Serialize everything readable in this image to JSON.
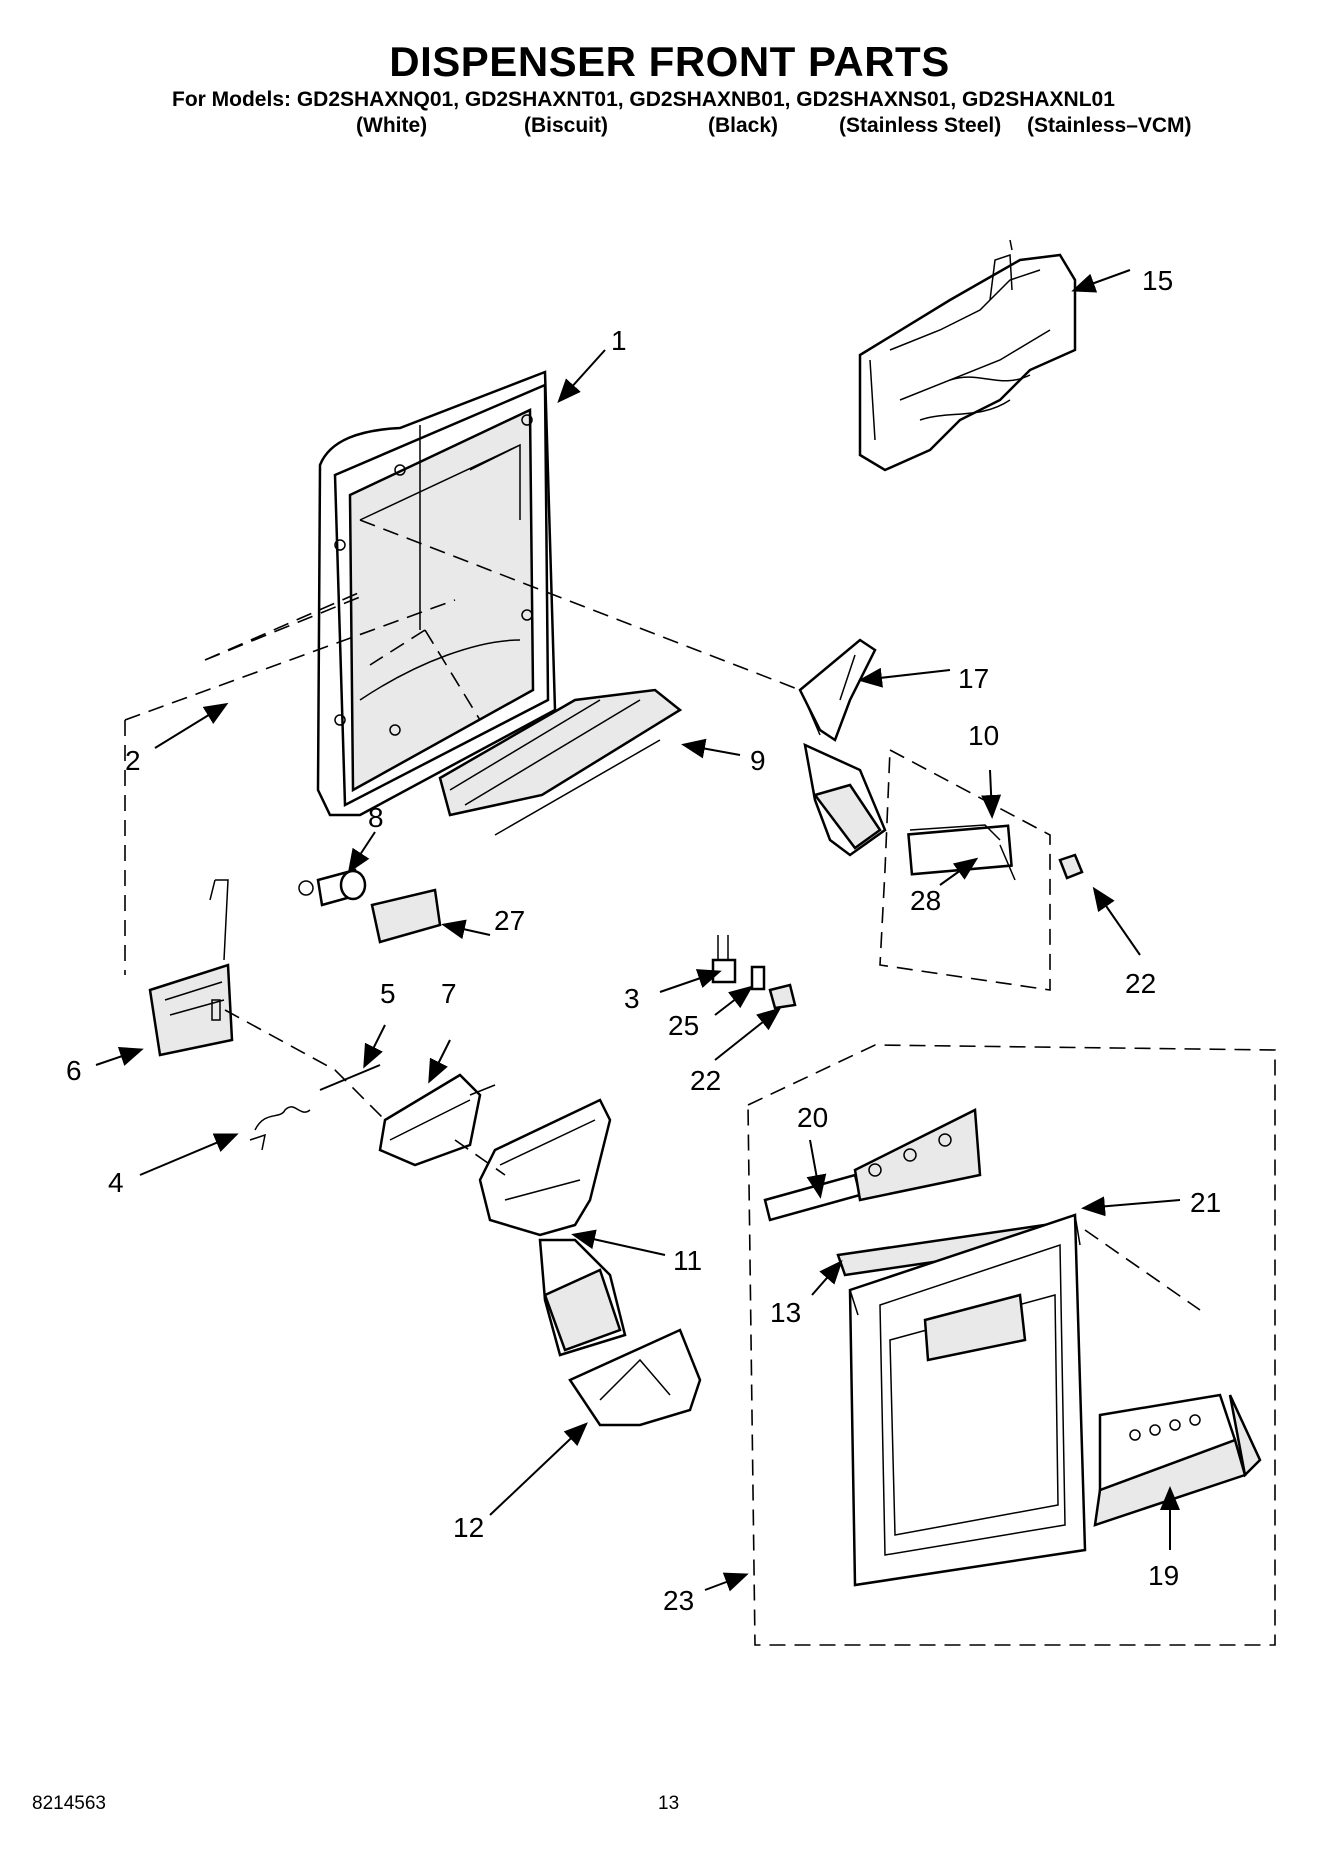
{
  "header": {
    "title": "DISPENSER FRONT PARTS",
    "models_line": "For Models: GD2SHAXNQ01, GD2SHAXNT01, GD2SHAXNB01, GD2SHAXNS01, GD2SHAXNL01",
    "variants": [
      "(White)",
      "(Biscuit)",
      "(Black)",
      "(Stainless Steel)",
      "(Stainless–VCM)"
    ]
  },
  "callouts": {
    "p1": "1",
    "p2": "2",
    "p3": "3",
    "p4": "4",
    "p5": "5",
    "p6": "6",
    "p7": "7",
    "p8": "8",
    "p9": "9",
    "p10": "10",
    "p11": "11",
    "p12": "12",
    "p13": "13",
    "p15": "15",
    "p17": "17",
    "p19": "19",
    "p20": "20",
    "p21": "21",
    "p22a": "22",
    "p22b": "22",
    "p23": "23",
    "p25": "25",
    "p27": "27",
    "p28": "28"
  },
  "footer": {
    "doc_number": "8214563",
    "page_number": "13"
  }
}
